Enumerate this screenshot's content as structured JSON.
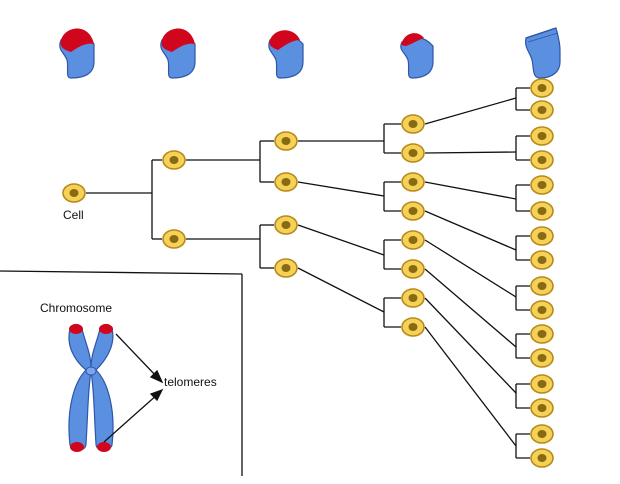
{
  "labels": {
    "cell": "Cell",
    "chromosome": "Chromosome",
    "telomeres": "telomeres"
  },
  "colors": {
    "chromosome_blue": "#5b8fe0",
    "chromosome_outline": "#2f56a8",
    "telomere_red": "#d0071c",
    "cell_fill": "#f6d15a",
    "cell_ring": "#b78a16",
    "nucleus": "#8a6a10",
    "line": "#111111"
  },
  "tree": {
    "generations": [
      1,
      2,
      4,
      8,
      16
    ],
    "final_cells": 16
  },
  "chromosome_stages": [
    {
      "stage": 1,
      "telomere": "long"
    },
    {
      "stage": 2,
      "telomere": "long"
    },
    {
      "stage": 3,
      "telomere": "medium"
    },
    {
      "stage": 4,
      "telomere": "short"
    },
    {
      "stage": 5,
      "telomere": "none"
    }
  ]
}
